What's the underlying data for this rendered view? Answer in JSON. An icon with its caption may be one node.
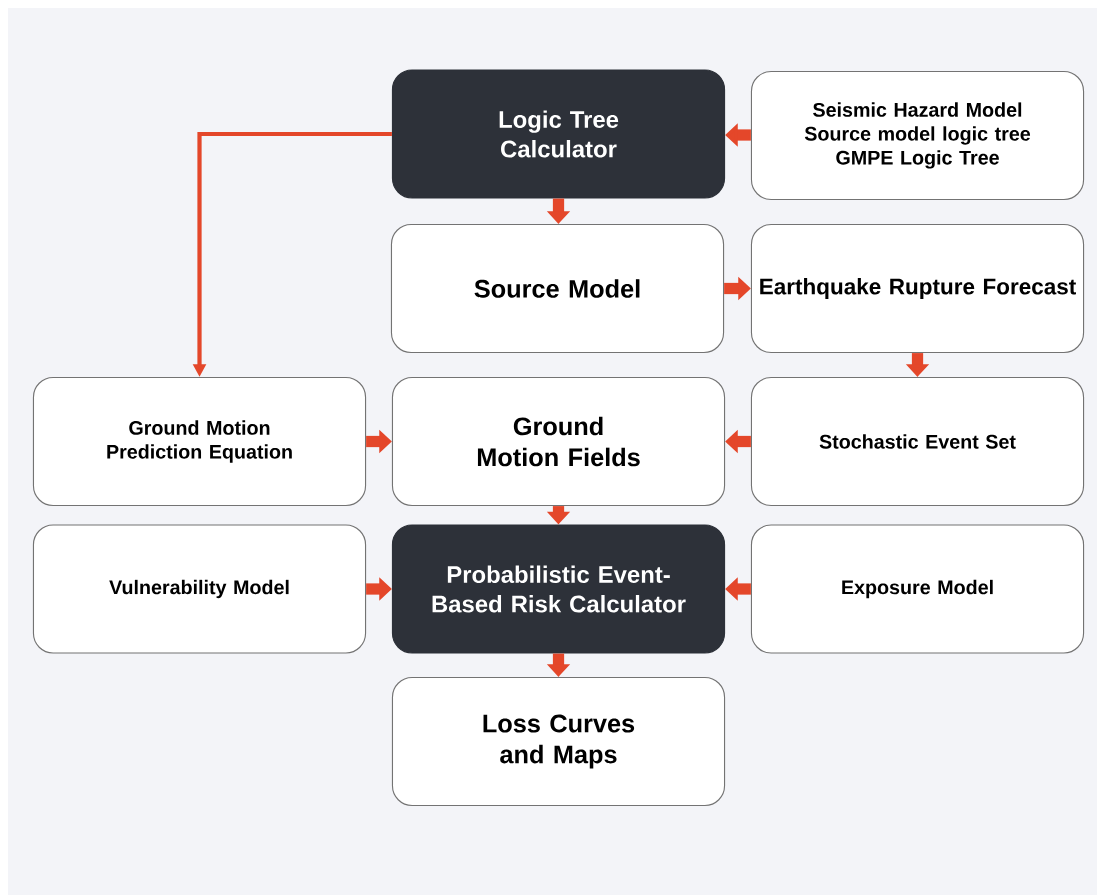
{
  "diagram": {
    "nodes": [
      {
        "text": [
          "Logic Tree Calculator"
        ]
      },
      {
        "text": [
          "Seismic Hazard Model",
          "Source model logic tree",
          "GMPE Logic Tree"
        ]
      },
      {
        "text": [
          "Source Model"
        ]
      },
      {
        "text": [
          "Earthquake Rupture Forecast"
        ]
      },
      {
        "text": [
          "Ground Motion Prediction Equation"
        ]
      },
      {
        "text": [
          "Ground Motion Fields"
        ]
      },
      {
        "text": [
          "Stochastic Event Set"
        ]
      },
      {
        "text": [
          "Vulnerability Model"
        ]
      },
      {
        "text": [
          "Probabilistic Event-Based Risk Calculator"
        ]
      },
      {
        "text": [
          "Exposure Model"
        ]
      },
      {
        "text": [
          "Loss Curves and Maps"
        ]
      }
    ],
    "edges": [
      {
        "from": 1,
        "to": 0,
        "arrow": "to"
      },
      {
        "from": 0,
        "to": 2,
        "arrow": "to"
      },
      {
        "from": 0,
        "to": 4,
        "arrow": "to"
      },
      {
        "from": 2,
        "to": 3,
        "arrow": "to"
      },
      {
        "from": 3,
        "to": 6,
        "arrow": "to"
      },
      {
        "from": 6,
        "to": 5,
        "arrow": "to"
      },
      {
        "from": 4,
        "to": 5,
        "arrow": "to"
      },
      {
        "from": 5,
        "to": 8,
        "arrow": "to"
      },
      {
        "from": 7,
        "to": 8,
        "arrow": "to"
      },
      {
        "from": 9,
        "to": 8,
        "arrow": "to"
      },
      {
        "from": 8,
        "to": 10,
        "arrow": "to"
      }
    ]
  }
}
